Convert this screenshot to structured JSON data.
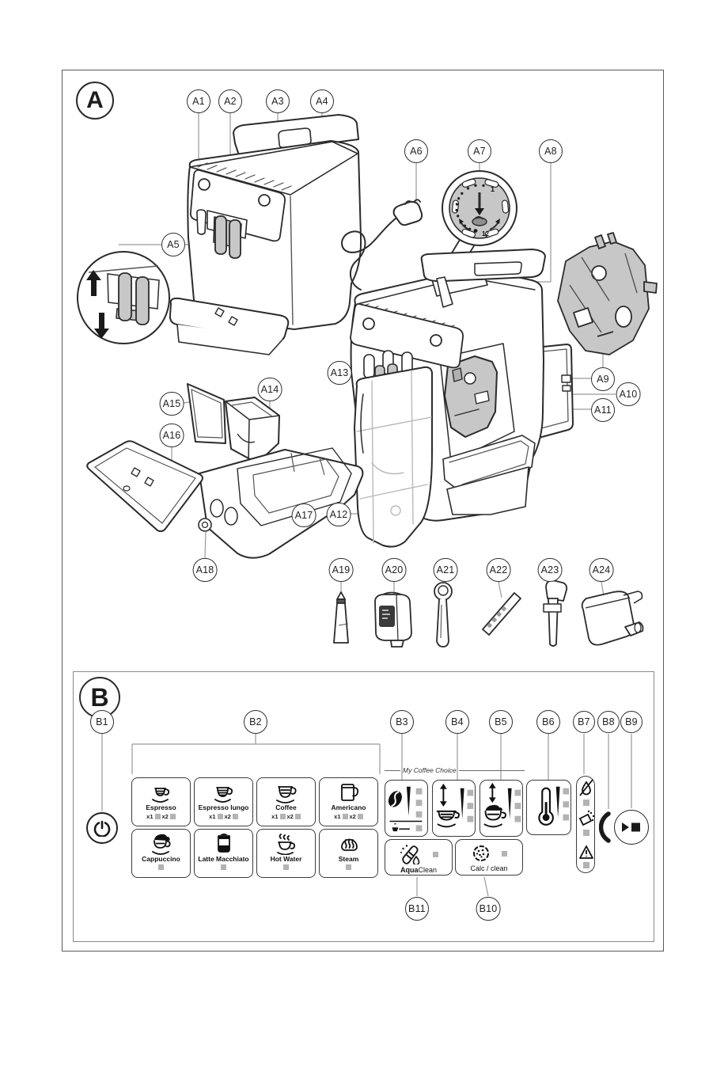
{
  "sections": {
    "a": "A",
    "b": "B"
  },
  "callouts": {
    "a1": "A1",
    "a2": "A2",
    "a3": "A3",
    "a4": "A4",
    "a5": "A5",
    "a6": "A6",
    "a7": "A7",
    "a8": "A8",
    "a9": "A9",
    "a10": "A10",
    "a11": "A11",
    "a12": "A12",
    "a13": "A13",
    "a14": "A14",
    "a15": "A15",
    "a16": "A16",
    "a17": "A17",
    "a18": "A18",
    "a19": "A19",
    "a20": "A20",
    "a21": "A21",
    "a22": "A22",
    "a23": "A23",
    "a24": "A24",
    "b1": "B1",
    "b2": "B2",
    "b3": "B3",
    "b4": "B4",
    "b5": "B5",
    "b6": "B6",
    "b7": "B7",
    "b8": "B8",
    "b9": "B9",
    "b10": "B10",
    "b11": "B11"
  },
  "grinder_dial": {
    "min_label": "1",
    "max_label": "12"
  },
  "panel": {
    "my_coffee_choice": "My Coffee Choice",
    "multiplier_x1": "x1",
    "multiplier_x2": "x2",
    "drinks": [
      {
        "label": "Espresso",
        "double": true
      },
      {
        "label": "Espresso lungo",
        "double": true
      },
      {
        "label": "Coffee",
        "double": true
      },
      {
        "label": "Americano",
        "double": true
      },
      {
        "label": "Cappuccino",
        "double": false
      },
      {
        "label": "Latte Macchiato",
        "double": false
      },
      {
        "label": "Hot Water",
        "double": false
      },
      {
        "label": "Steam",
        "double": false
      }
    ],
    "aqua_clean": {
      "brand": "Aqua",
      "rest": "Clean"
    },
    "calc_clean": {
      "label": "Calc / clean"
    }
  },
  "icons": {
    "b1": "power-icon",
    "b3": "aroma-strength-icon",
    "b3_secondary": "pre-ground-icon",
    "b4": "coffee-volume-icon",
    "b5": "milk-volume-icon",
    "b6": "temperature-icon",
    "b7_top": "water-empty-icon",
    "b7_middle": "empty-grounds-icon",
    "b7_bottom": "warning-icon",
    "b8": "start-glow-icon",
    "b9": "start-stop-icon",
    "b10": "calc-clean-icon",
    "b11": "aqua-clean-icon"
  },
  "colors": {
    "line": "#2b2b2b",
    "leader": "#9a9a9a",
    "gray_fill": "#c7c7c7",
    "led_square": "#b3b3b3"
  }
}
